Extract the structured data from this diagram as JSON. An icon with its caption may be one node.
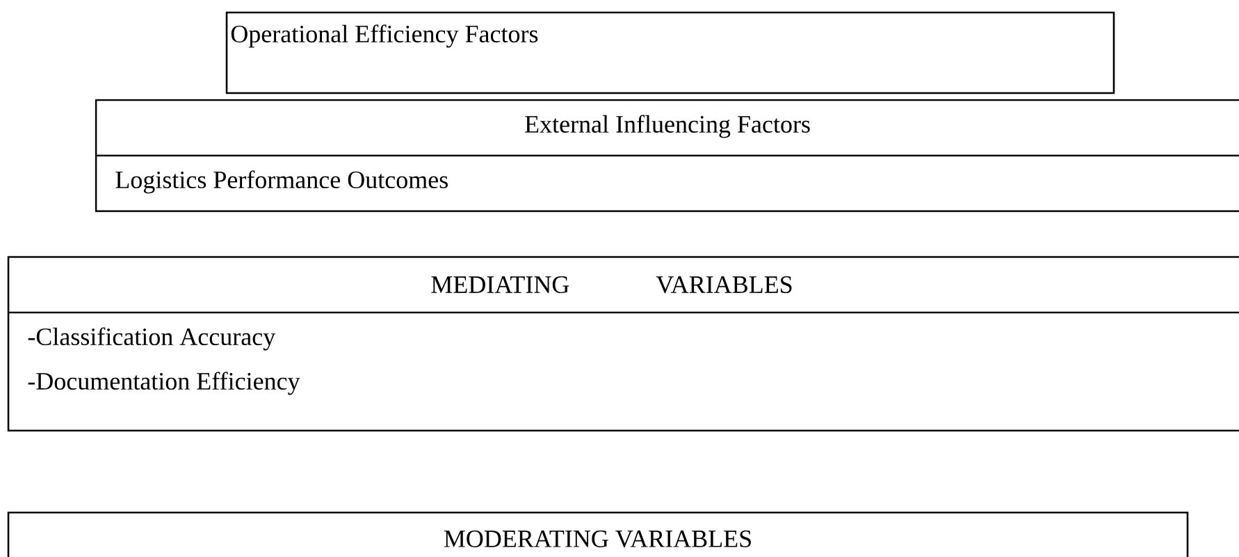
{
  "diagram": {
    "nodes": [
      {
        "text": [
          "Operational Efficiency Factors"
        ]
      },
      {
        "text": [
          "External Influencing Factors",
          "Logistics Performance Outcomes"
        ]
      },
      {
        "text": [
          "MEDIATING VARIABLES",
          "-Classification Accuracy",
          "-Documentation Efficiency"
        ]
      },
      {
        "text": [
          "MODERATING VARIABLES"
        ]
      }
    ]
  }
}
